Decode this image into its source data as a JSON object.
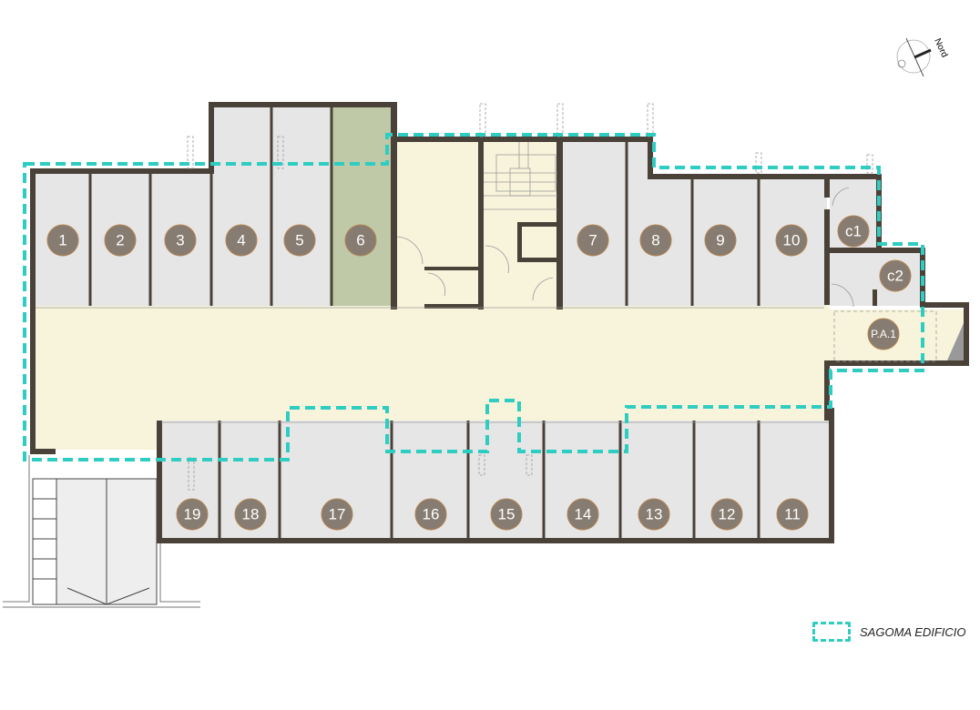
{
  "title": "Piano interrato - box auto",
  "compass": {
    "label": "Nord"
  },
  "legend": {
    "building_outline_label": "SAGOMA EDIFICIO",
    "outline_color": "#2ecdc2"
  },
  "colors": {
    "wall": "#4a4139",
    "garage": "#e6e6e6",
    "corridor": "#f8f4dc",
    "highlighted_garage": "#bfc9a8",
    "marker": "#877c71"
  },
  "units": [
    {
      "label": "1"
    },
    {
      "label": "2"
    },
    {
      "label": "3"
    },
    {
      "label": "4"
    },
    {
      "label": "5"
    },
    {
      "label": "6",
      "highlighted": true
    },
    {
      "label": "7"
    },
    {
      "label": "8"
    },
    {
      "label": "9"
    },
    {
      "label": "10"
    },
    {
      "label": "c1"
    },
    {
      "label": "c2"
    },
    {
      "label": "P.A.1"
    },
    {
      "label": "11"
    },
    {
      "label": "12"
    },
    {
      "label": "13"
    },
    {
      "label": "14"
    },
    {
      "label": "15"
    },
    {
      "label": "16"
    },
    {
      "label": "17"
    },
    {
      "label": "18"
    },
    {
      "label": "19"
    }
  ]
}
